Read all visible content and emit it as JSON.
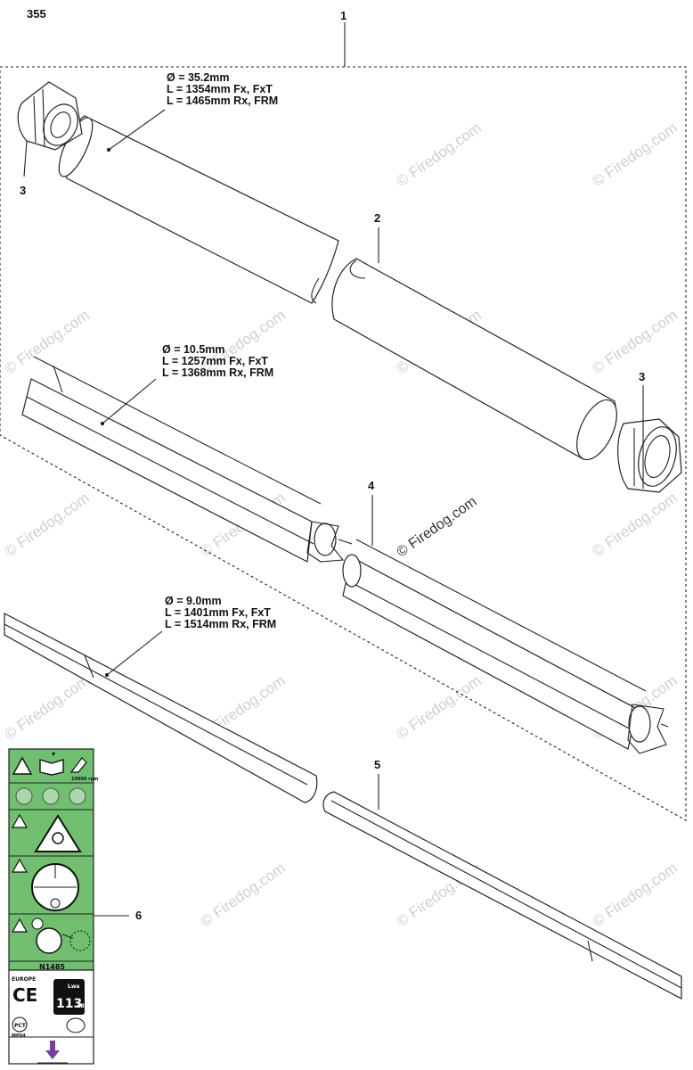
{
  "page_number": "355",
  "callouts": {
    "assembly": "1",
    "tube": "2",
    "cap_left": "3",
    "cap_right": "3",
    "shaft_liner": "4",
    "drive_shaft": "5",
    "decal": "6"
  },
  "dims": {
    "tube": {
      "diameter": "Ø = 35.2mm",
      "length_fx": "L = 1354mm Fx, FxT",
      "length_rx": "L = 1465mm Rx, FRM"
    },
    "liner": {
      "diameter": "Ø = 10.5mm",
      "length_fx": "L = 1257mm Fx, FxT",
      "length_rx": "L = 1368mm Rx, FRM"
    },
    "shaft": {
      "diameter": "Ø = 9.0mm",
      "length_fx": "L = 1401mm Fx, FxT",
      "length_rx": "L = 1514mm Rx, FRM"
    }
  },
  "watermark": "© Firedog.com",
  "decal": {
    "rpm": "10600 rpm",
    "code": "N1485",
    "region": "EUROPE",
    "ce_mark": "CE",
    "sound_level": "113",
    "sound_unit": "dB",
    "lwa": "Lwa",
    "pct": "PCT",
    "pct_code": "MP04",
    "colors": {
      "green": "#6fbf6f",
      "dark": "#1a1a1a"
    }
  }
}
